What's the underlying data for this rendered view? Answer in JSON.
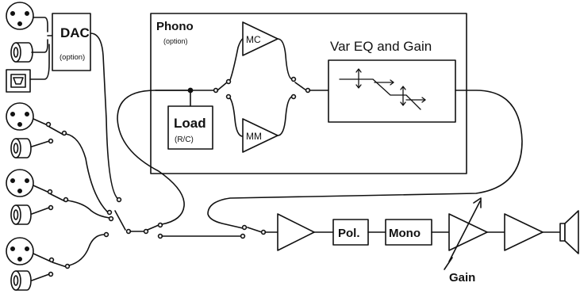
{
  "labels": {
    "dac_title": "DAC",
    "dac_note": "(option)",
    "phono_title": "Phono",
    "phono_note": "(option)",
    "mc": "MC",
    "mm": "MM",
    "load_title": "Load",
    "load_note": "(R/C)",
    "var_eq": "Var EQ and Gain",
    "polarity": "Pol.",
    "mono": "Mono",
    "gain": "Gain"
  },
  "colors": {
    "stroke": "#111111",
    "fill": "#ffffff"
  }
}
